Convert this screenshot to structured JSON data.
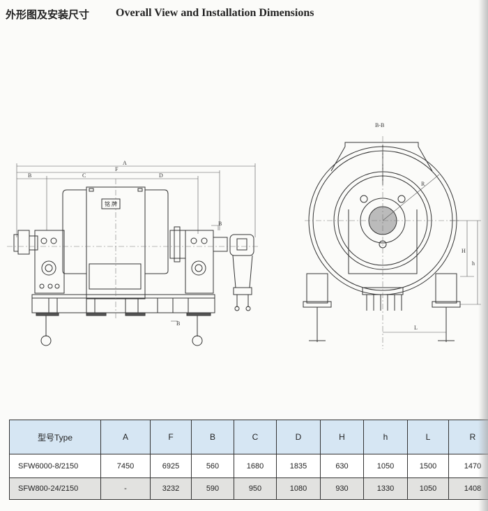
{
  "header": {
    "title_cn": "外形图及安装尺寸",
    "title_en": "Overall View and Installation Dimensions"
  },
  "drawing_front": {
    "labels": {
      "A": "A",
      "F": "F",
      "B": "B",
      "C": "C",
      "D": "D",
      "nameplate": "铭 牌",
      "section_top": "B",
      "section_bottom": "B"
    }
  },
  "drawing_section": {
    "title": "B-B",
    "labels": {
      "R": "R",
      "H": "H",
      "h": "h",
      "L": "L"
    }
  },
  "table": {
    "headers": [
      "型号Type",
      "A",
      "F",
      "B",
      "C",
      "D",
      "H",
      "h",
      "L",
      "R"
    ],
    "rows": [
      [
        "SFW6000-8/2150",
        "7450",
        "6925",
        "560",
        "1680",
        "1835",
        "630",
        "1050",
        "1500",
        "1470"
      ],
      [
        "SFW800-24/2150",
        "-",
        "3232",
        "590",
        "950",
        "1080",
        "930",
        "1330",
        "1050",
        "1408"
      ]
    ]
  }
}
